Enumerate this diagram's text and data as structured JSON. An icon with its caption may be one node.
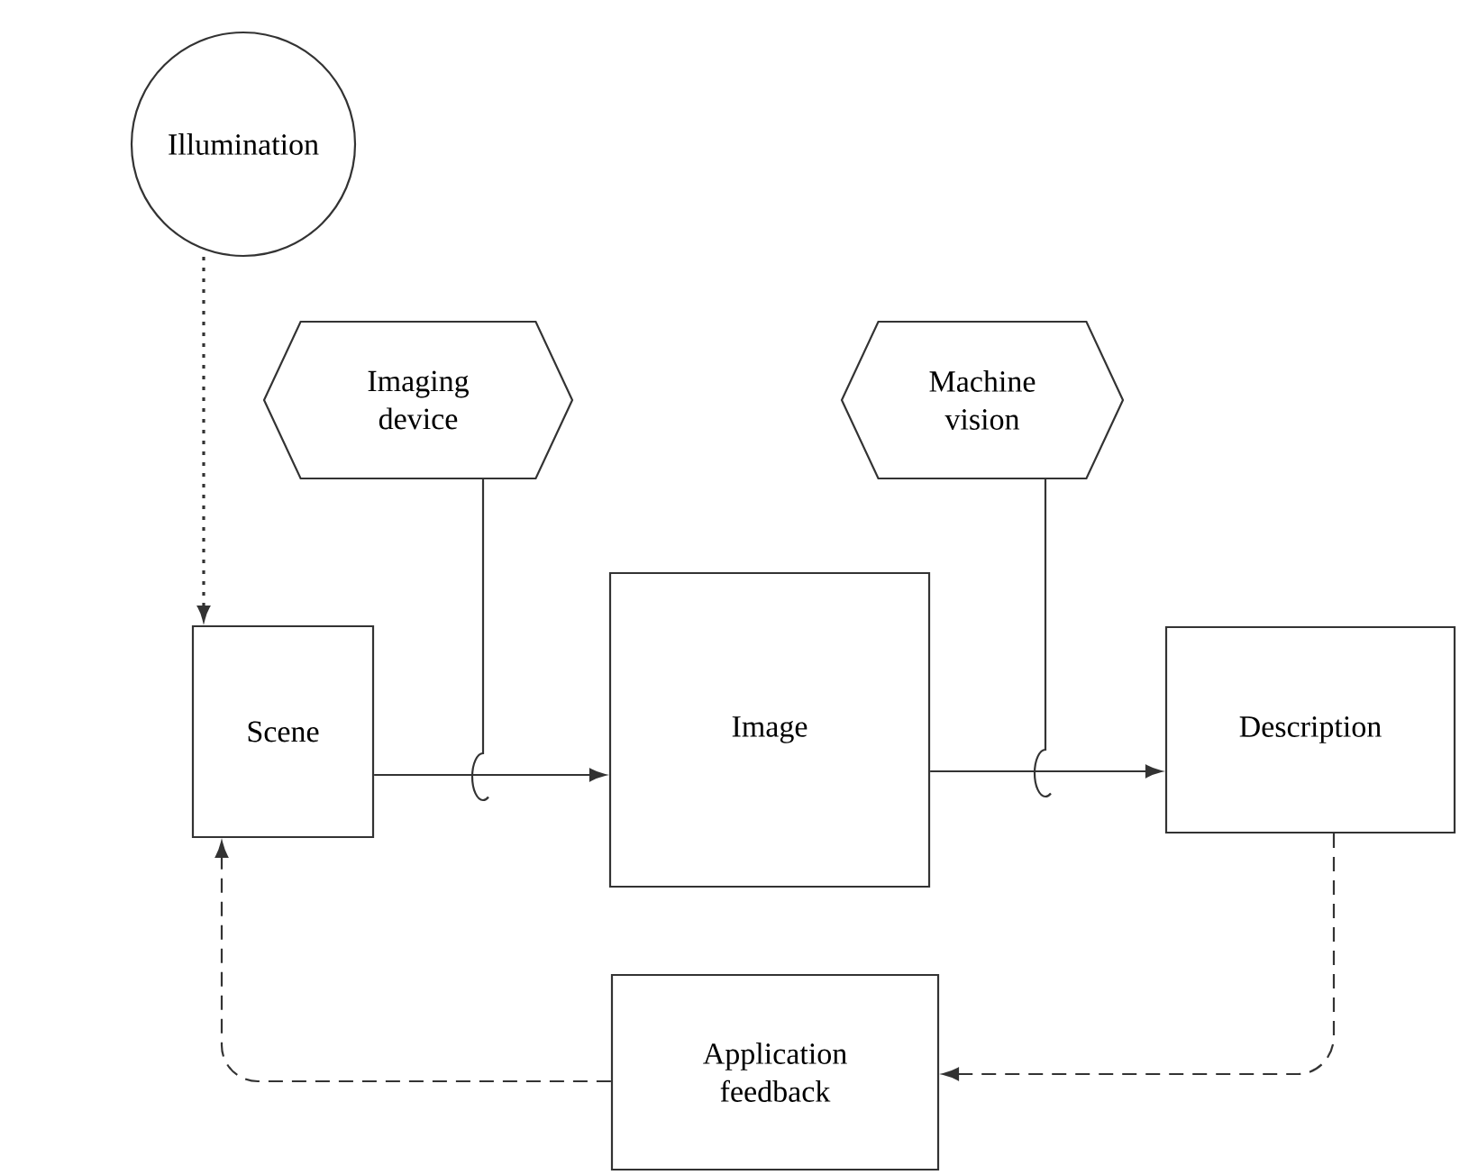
{
  "diagram": {
    "nodes": [
      {
        "text": [
          "Illumination"
        ]
      },
      {
        "text": [
          "Imaging device"
        ]
      },
      {
        "text": [
          "Machine vision"
        ]
      },
      {
        "text": [
          "Scene"
        ]
      },
      {
        "text": [
          "Image"
        ]
      },
      {
        "text": [
          "Description"
        ]
      },
      {
        "text": [
          "Application feedback"
        ]
      }
    ],
    "edges": [
      {
        "from": 0,
        "to": 3,
        "arrow": "to",
        "style": "dashed"
      },
      {
        "from": 3,
        "to": 4,
        "arrow": "to"
      },
      {
        "from": 4,
        "to": 5,
        "arrow": "to"
      },
      {
        "from": 1,
        "to": null,
        "arrow": "none"
      },
      {
        "from": 2,
        "to": null,
        "arrow": "none"
      },
      {
        "from": 5,
        "to": 6,
        "arrow": "to",
        "style": "dashed"
      },
      {
        "from": 6,
        "to": 3,
        "arrow": "to",
        "style": "dashed"
      }
    ]
  }
}
